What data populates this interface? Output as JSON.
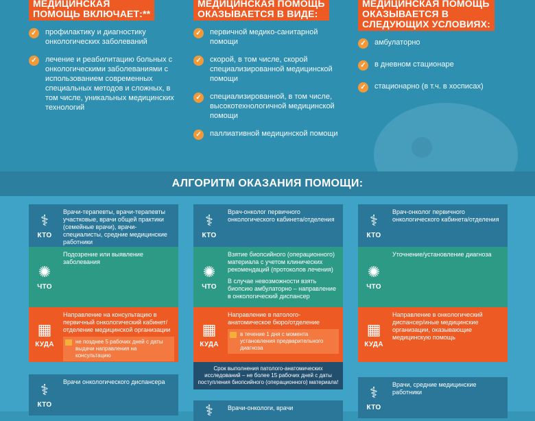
{
  "top": {
    "col1": {
      "header": "МЕДИЦИНСКАЯ\nПОМОЩЬ ВКЛЮЧАЕТ:**",
      "items": [
        "профилактику и диагностику онкологических заболеваний",
        "лечение и реабилитацию больных с онкологическими заболеваниями с использованием современных специальных методов и сложных, в том числе, уникальных медицинских технологий"
      ]
    },
    "col2": {
      "header": "МЕДИЦИНСКАЯ ПОМОЩЬ\nОКАЗЫВАЕТСЯ В ВИДЕ:",
      "items": [
        "первичной медико-санитарной помощи",
        "скорой, в том числе, скорой специализированной медицинской помощи",
        "специализированной, в том числе, высокотехнологичной медицинской помощи",
        "паллиативной медицинской помощи"
      ]
    },
    "col3": {
      "header": "МЕДИЦИНСКАЯ ПОМОЩЬ\nОКАЗЫВАЕТСЯ В\nСЛЕДУЮЩИХ УСЛОВИЯХ:",
      "items": [
        "амбулаторно",
        "в дневном стационаре",
        "стационарно (в т.ч. в хосписах)"
      ]
    }
  },
  "algorithm_title": "АЛГОРИТМ ОКАЗАНИЯ ПОМОЩИ:",
  "labels": {
    "who": "КТО",
    "what": "ЧТО",
    "where": "КУДА"
  },
  "cards": {
    "c1": {
      "who": "Врачи-терапевты, врачи-терапевты участковые, врачи общей практики (семейные врачи), врачи-специалисты, средние медицинские работники",
      "what": "Подозрение или выявление заболевания",
      "where": "Направление на консультацию в первичный онкологический кабинет/ отделение медицинской организации",
      "note": "не позднее 5 рабочих дней с даты выдачи направления на консультацию"
    },
    "c2": {
      "who": "Врач-онколог первичного онкологического кабинета/отделения",
      "what1": "Взятие биопсийного (операционного) материала с учетом клинических рекомендаций (протоколов лечения)",
      "what2": "В случае невозможности взять биопсию амбулаторно – направление в онкологический диспансер",
      "where": "Направление в патолого-анатомическое бюро/отделение",
      "note": "в течение 1 дня с момента установления предварительного диагноза",
      "term": "Срок выполнения патолого-анатомических исследований – не более 15 рабочих дней с даты поступления биопсийного (операционного) материала!"
    },
    "c3": {
      "who": "Врач-онколог первичного онкологического кабинета/отделения",
      "what": "Уточнение/установление диагноза",
      "where": "Направление в онкологический диспансер/иные медицинские организации, оказывающие медицинскую помощь"
    },
    "c4": {
      "who": "Врачи онкологического диспансера"
    },
    "c5": {
      "who": "Врачи-онкологи, врачи"
    },
    "c6": {
      "who": "Врачи, средние медицинские работники"
    }
  },
  "colors": {
    "accent_orange": "#ee5a24",
    "check": "#f29a3a",
    "card_blue": "#2a7799",
    "card_green": "#2d9a85",
    "card_navy": "#234f6f"
  },
  "icons": [
    "check-icon",
    "doctor-icon",
    "virus-icon",
    "building-icon",
    "calendar-icon"
  ]
}
